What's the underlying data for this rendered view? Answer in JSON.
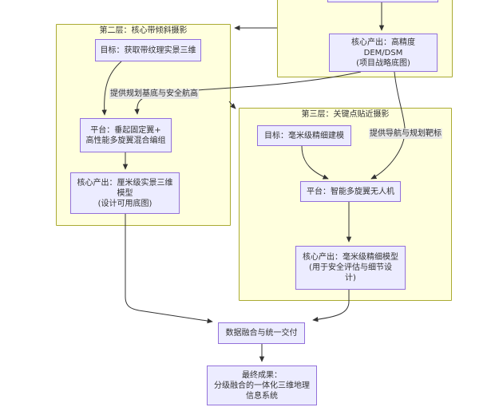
{
  "diagram": {
    "clusters": {
      "layer2": {
        "title": "第二层：核心带倾斜摄影"
      },
      "layer3": {
        "title": "第三层：关键点贴近摄影"
      }
    },
    "nodes": {
      "l1_output": {
        "text": "核心产出：高精度DEM/DSM\n(项目战略底图)"
      },
      "l2_goal": {
        "text": "目标：获取带纹理实景三维"
      },
      "l2_platform": {
        "text": "平台：垂起固定翼+\n高性能多旋翼混合编组"
      },
      "l2_output": {
        "text": "核心产出：厘米级实景三维\n模型\n(设计可用底图)"
      },
      "l3_goal": {
        "text": "目标：毫米级精细建模"
      },
      "l3_platform": {
        "text": "平台：智能多旋翼无人机"
      },
      "l3_output": {
        "text": "核心产出：毫米级精细模型\n(用于安全评估与细节设\n计)"
      },
      "fusion": {
        "text": "数据融合与统一交付"
      },
      "final": {
        "text": "最终成果：\n分级融合的一体化三维地理\n信息系统"
      }
    },
    "edge_labels": {
      "planning_base": "提供规划基底与安全航高",
      "navigation": "提供导航与规划靶标"
    },
    "colors": {
      "cluster_fill": "#ffffde",
      "cluster_border": "#aaaa33",
      "node_fill": "#ececff",
      "node_border": "#9370db",
      "edge": "#333333",
      "label_bg": "#e8e8e8",
      "text": "#333333"
    }
  }
}
